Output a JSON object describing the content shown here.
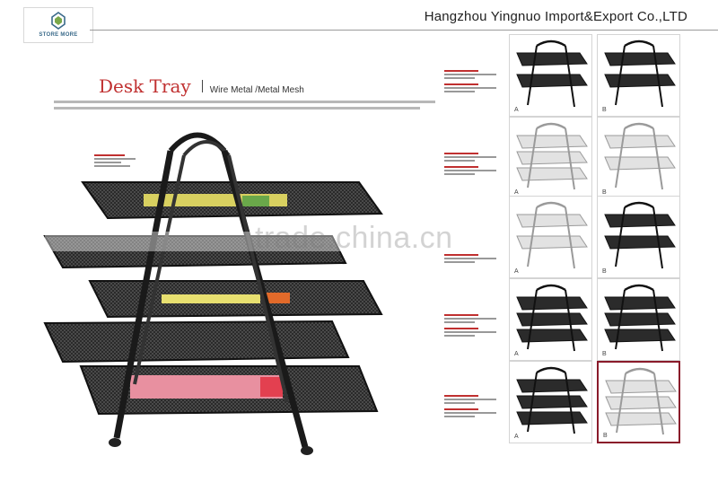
{
  "brand": {
    "logo_text": "STORE MORE",
    "company": "Hangzhou Yingnuo Import&Export Co.,LTD"
  },
  "product": {
    "title": "Desk Tray",
    "subtitle": "Wire Metal /Metal Mesh"
  },
  "watermark": "trade.china.cn",
  "variants": [
    {
      "tag": "A",
      "color": "black",
      "tiers": 2
    },
    {
      "tag": "B",
      "color": "black",
      "tiers": 2
    },
    {
      "tag": "A",
      "color": "silver",
      "tiers": 3
    },
    {
      "tag": "B",
      "color": "silver",
      "tiers": 2
    },
    {
      "tag": "A",
      "color": "silver",
      "tiers": 2
    },
    {
      "tag": "B",
      "color": "black",
      "tiers": 2
    },
    {
      "tag": "A",
      "color": "black",
      "tiers": 3
    },
    {
      "tag": "B",
      "color": "black",
      "tiers": 3
    },
    {
      "tag": "A",
      "color": "black",
      "tiers": 3
    },
    {
      "tag": "B",
      "color": "silver",
      "tiers": 3,
      "selected": true
    }
  ]
}
